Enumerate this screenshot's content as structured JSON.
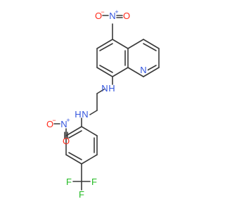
{
  "molecule": {
    "atoms": {
      "nitro_top": {
        "o_left": "O",
        "o_left_charge": "−",
        "n": "N",
        "n_charge": "+",
        "o_right": "O"
      },
      "quinoline_n": "N",
      "amine_upper": {
        "n": "N",
        "h": "H"
      },
      "amine_lower": {
        "h": "H",
        "n": "N"
      },
      "nitro_lower": {
        "o_left": "O",
        "o_left_charge": "−",
        "n": "N",
        "n_charge": "+",
        "o_down": "O"
      },
      "cf3": {
        "f_left": "F",
        "f_right": "F",
        "f_bottom": "F"
      }
    },
    "colors": {
      "bond": "#3a3a3a",
      "nitrogen": "#3355dd",
      "oxygen": "#ff2a1a",
      "fluorine": "#22bb22",
      "hydrogen_on_n": "#3355dd"
    }
  }
}
